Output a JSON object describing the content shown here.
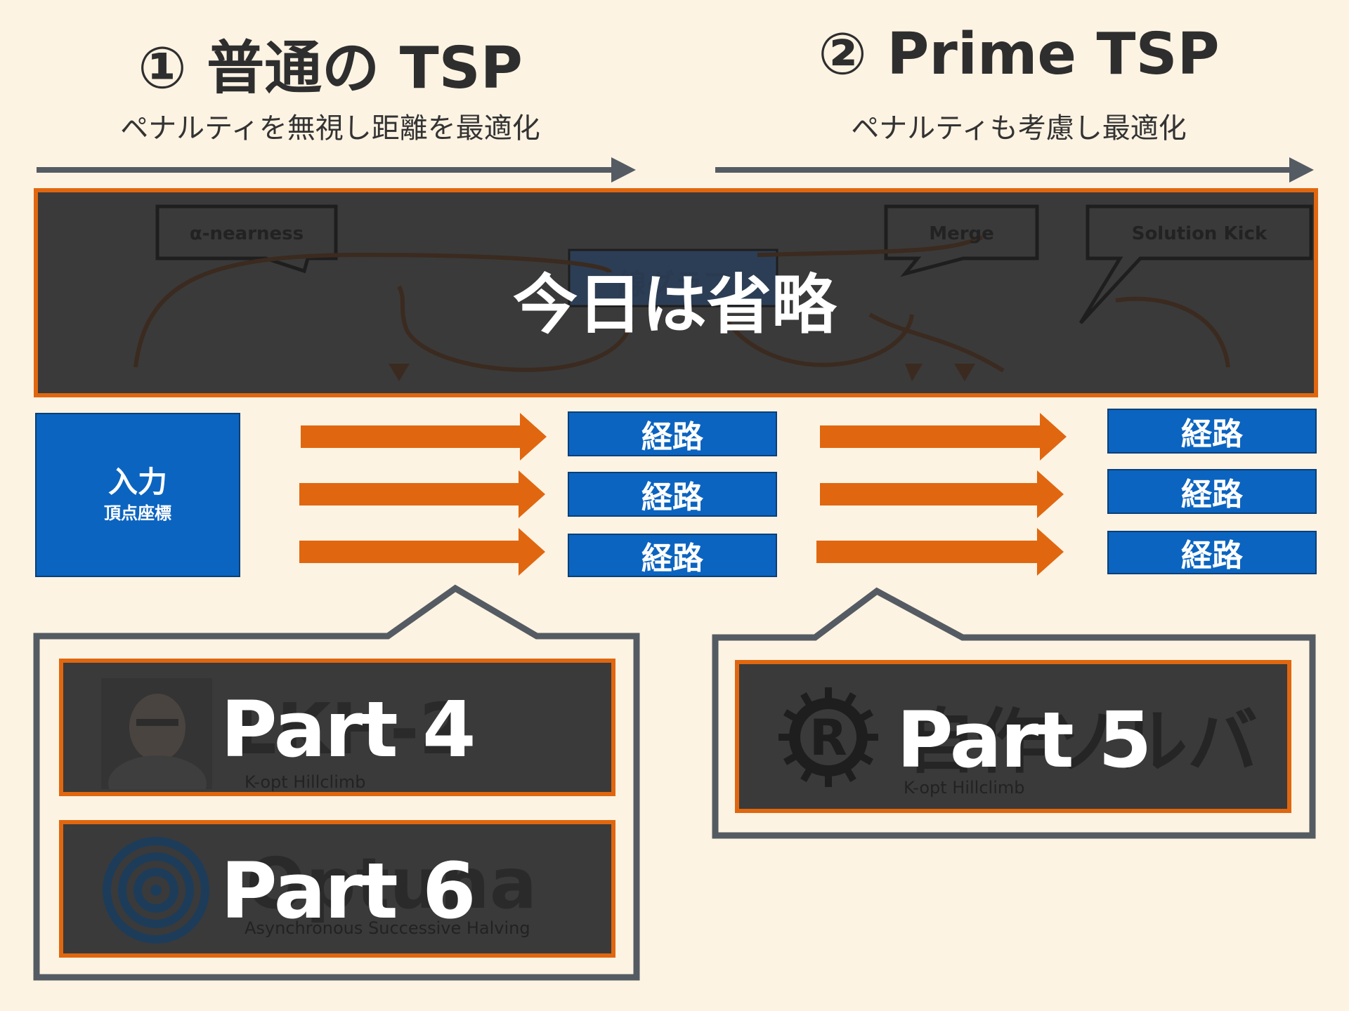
{
  "section1": {
    "title": "① 普通の TSP",
    "subtitle": "ペナルティを無視し距離を最適化"
  },
  "section2": {
    "title": "② Prime TSP",
    "subtitle": "ペナルティも考慮し最適化"
  },
  "overlay": {
    "omitted_label": "今日は省略",
    "bubbles": [
      "α-nearness",
      "Merge",
      "Solution Kick"
    ],
    "hidden_box_text": "線グラフ"
  },
  "input": {
    "label": "入力",
    "sublabel": "頂点座標"
  },
  "routes_left": [
    "経路",
    "経路",
    "経路"
  ],
  "routes_right": [
    "経路",
    "経路",
    "経路"
  ],
  "parts": {
    "part4": {
      "label": "Part 4",
      "ghost": "LKH-2",
      "caption": "K-opt Hillclimb"
    },
    "part6": {
      "label": "Part 6",
      "ghost": "Optuna",
      "caption": "Asynchronous Successive Halving"
    },
    "part5": {
      "label": "Part 5",
      "ghost": "自作ソルバ",
      "caption": "K-opt Hillclimb"
    }
  },
  "colors": {
    "background": "#fdf3e3",
    "accent_orange": "#e0670f",
    "route_blue": "#0b64c0",
    "dark_panel": "#3a3a3a",
    "gray_line": "#555b62"
  }
}
